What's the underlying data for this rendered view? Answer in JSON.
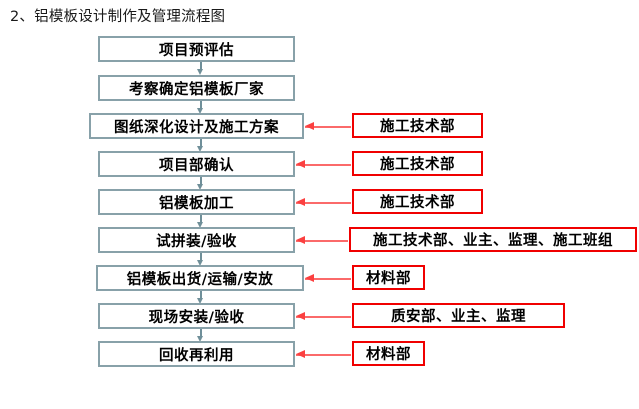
{
  "page": {
    "title": "2、铝模板设计制作及管理流程图",
    "background_color": "#ffffff"
  },
  "colors": {
    "node_border": "#88a1a9",
    "node_fill": "#ffffff",
    "connector": "#6f8f99",
    "role_border": "#f00000",
    "arrow": "#fb4040",
    "text": "#000000"
  },
  "flow": {
    "nodes": [
      {
        "id": "node-1",
        "label": "项目预评估"
      },
      {
        "id": "node-2",
        "label": "考察确定铝模板厂家"
      },
      {
        "id": "node-3",
        "label": "图纸深化设计及施工方案"
      },
      {
        "id": "node-4",
        "label": "项目部确认"
      },
      {
        "id": "node-5",
        "label": "铝模板加工"
      },
      {
        "id": "node-6",
        "label": "试拼装/验收"
      },
      {
        "id": "node-7",
        "label": "铝模板出货/运输/安放"
      },
      {
        "id": "node-8",
        "label": "现场安装/验收"
      },
      {
        "id": "node-9",
        "label": "回收再利用"
      }
    ],
    "connector_count": 8,
    "connector_icon": "down-arrow-icon"
  },
  "roles": [
    {
      "id": "role-1",
      "label": "施工技术部",
      "links_to": "node-3"
    },
    {
      "id": "role-2",
      "label": "施工技术部",
      "links_to": "node-4"
    },
    {
      "id": "role-3",
      "label": "施工技术部",
      "links_to": "node-5"
    },
    {
      "id": "role-4",
      "label": "施工技术部、业主、监理、施工班组",
      "links_to": "node-6"
    },
    {
      "id": "role-5",
      "label": "材料部",
      "links_to": "node-7"
    },
    {
      "id": "role-6",
      "label": "质安部、业主、监理",
      "links_to": "node-8"
    },
    {
      "id": "role-7",
      "label": "材料部",
      "links_to": "node-9"
    }
  ],
  "role_arrow_icon": "left-arrow-icon"
}
